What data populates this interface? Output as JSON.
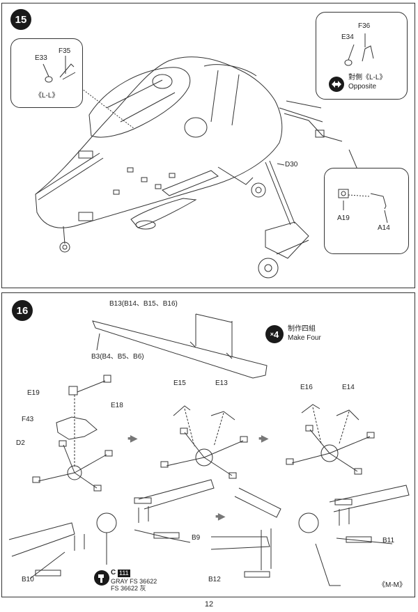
{
  "page_number": "12",
  "step15": {
    "badge": "15",
    "left_callout": {
      "part_a": "E33",
      "part_b": "F35",
      "note": "《L-L》"
    },
    "right_callout": {
      "part_a": "E34",
      "part_b": "F36",
      "note_cn": "對側《L-L》",
      "note_en": "Opposite"
    },
    "hose_callout": {
      "part_a": "A19",
      "part_b": "A14"
    },
    "main_part": "D30"
  },
  "step16": {
    "badge": "16",
    "blade_top": "B13(B14、B15、B16)",
    "blade_bottom": "B3(B4、B5、B6)",
    "repeat_count": "4",
    "repeat_cn": "制作四組",
    "repeat_en": "Make Four",
    "hub_parts": {
      "e19": "E19",
      "e18": "E18",
      "f43": "F43",
      "d2": "D2"
    },
    "sub2_parts": {
      "e15": "E15",
      "e13": "E13"
    },
    "sub3_parts": {
      "e16": "E16",
      "e14": "E14"
    },
    "blades_left": {
      "b9": "B9",
      "b10": "B10"
    },
    "blades_right": {
      "b11": "B11",
      "b12": "B12"
    },
    "paint": {
      "code": "C",
      "ref": "111",
      "line1": "GRAY FS 36622",
      "line2": "FS 36622 灰"
    },
    "view_note": "《M-M》"
  }
}
